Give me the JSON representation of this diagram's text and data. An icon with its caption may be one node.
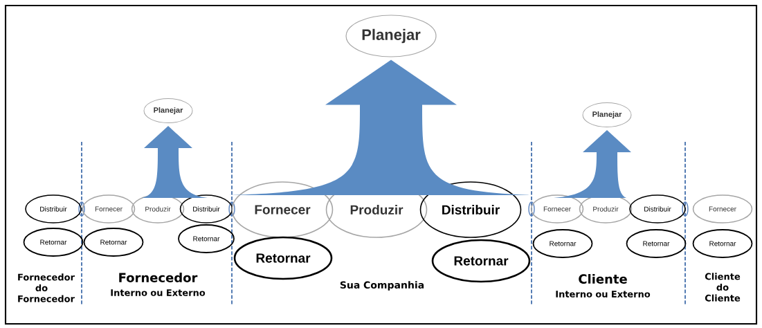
{
  "diagram": {
    "nodes": [
      {
        "text": [
          "Planejar"
        ]
      },
      {
        "text": [
          "Planejar"
        ]
      },
      {
        "text": [
          "Planejar"
        ]
      },
      {
        "text": [
          "Distribuir"
        ]
      },
      {
        "text": [
          "Fornecer"
        ]
      },
      {
        "text": [
          "Produzir"
        ]
      },
      {
        "text": [
          "Distribuir"
        ]
      },
      {
        "text": [
          "Fornecer"
        ]
      },
      {
        "text": [
          "Produzir"
        ]
      },
      {
        "text": [
          "Distribuir"
        ]
      },
      {
        "text": [
          "Fornecer"
        ]
      },
      {
        "text": [
          "Produzir"
        ]
      },
      {
        "text": [
          "Distribuir"
        ]
      },
      {
        "text": [
          "Fornecer"
        ]
      },
      {
        "text": [
          "Retornar"
        ]
      },
      {
        "text": [
          "Retornar"
        ]
      },
      {
        "text": [
          "Retornar"
        ]
      },
      {
        "text": [
          "Retornar"
        ]
      },
      {
        "text": [
          "Retornar"
        ]
      },
      {
        "text": [
          "Retornar"
        ]
      },
      {
        "text": [
          "Retornar"
        ]
      },
      {
        "text": [
          "Retornar"
        ]
      }
    ],
    "edges": [
      {
        "from": null,
        "to": 1,
        "arrow": "to"
      },
      {
        "from": null,
        "to": 0,
        "arrow": "to"
      },
      {
        "from": null,
        "to": 2,
        "arrow": "to"
      }
    ],
    "labels": [
      "Fornecedor do Fornecedor",
      "Fornecedor",
      "Interno ou Externo",
      "Sua Companhia",
      "Cliente",
      "Interno ou Externo",
      "Cliente do Cliente"
    ]
  }
}
